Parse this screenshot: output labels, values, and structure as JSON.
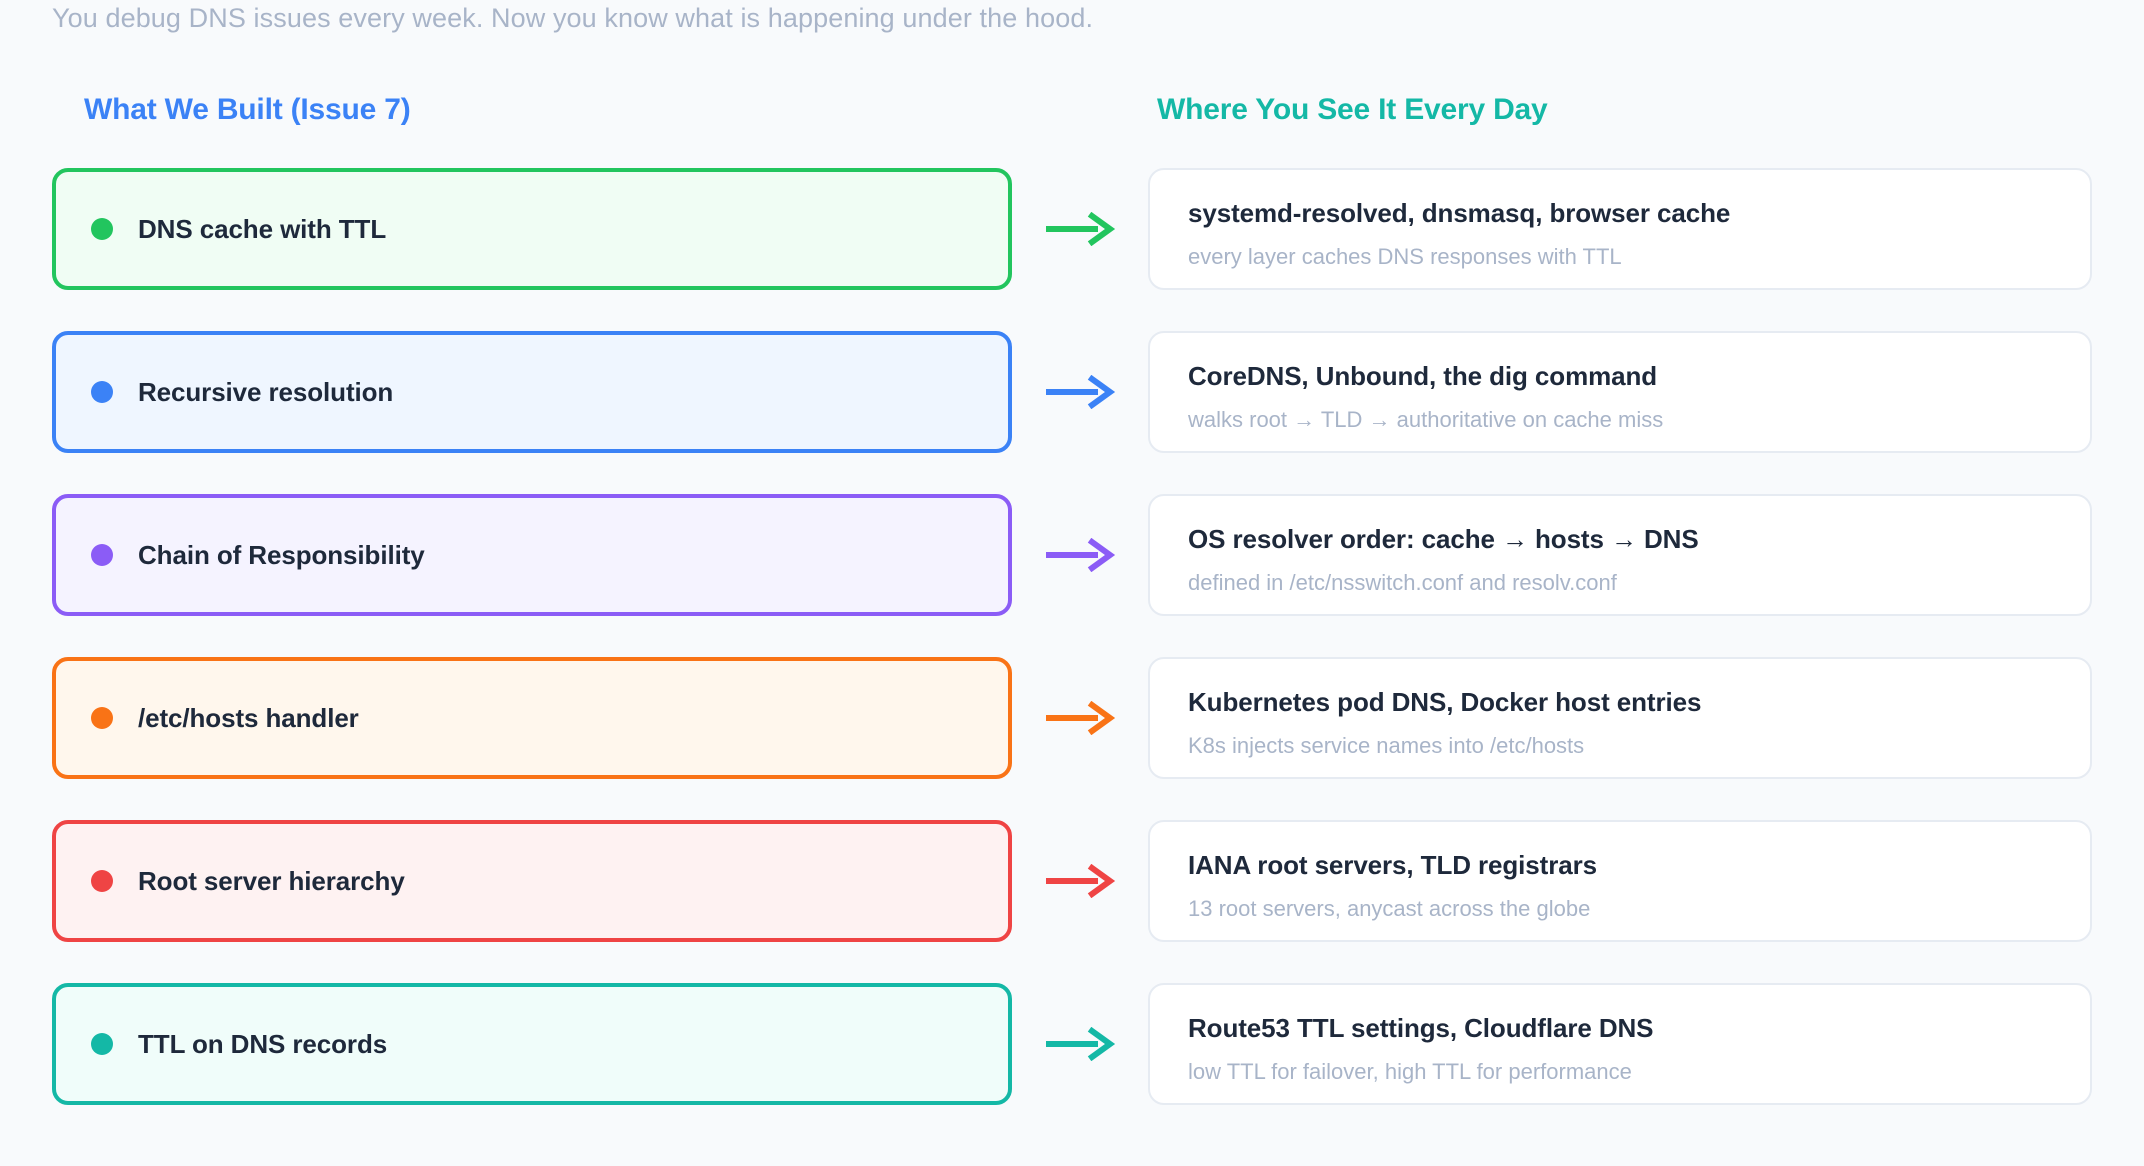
{
  "subtitle": "You debug DNS issues every week. Now you know what is happening under the hood.",
  "columns": {
    "left_heading": "What We Built (Issue 7)",
    "right_heading": "Where You See It Every Day",
    "left_heading_color": "#3b82f6",
    "right_heading_color": "#14b8a6"
  },
  "rows": [
    {
      "label": "DNS cache with TTL",
      "color": "#22c55e",
      "fill": "#f0fdf4",
      "arrow_icon": "arrow-right-icon",
      "card_title": "systemd-resolved, dnsmasq, browser cache",
      "card_sub": "every layer caches DNS responses with TTL"
    },
    {
      "label": "Recursive resolution",
      "color": "#3b82f6",
      "fill": "#eff6ff",
      "arrow_icon": "arrow-right-icon",
      "card_title": "CoreDNS, Unbound, the dig command",
      "card_sub": "walks root → TLD → authoritative on cache miss"
    },
    {
      "label": "Chain of Responsibility",
      "color": "#8b5cf6",
      "fill": "#f5f3ff",
      "arrow_icon": "arrow-right-icon",
      "card_title": "OS resolver order: cache → hosts → DNS",
      "card_sub": "defined in /etc/nsswitch.conf and resolv.conf"
    },
    {
      "label": "/etc/hosts handler",
      "color": "#f97316",
      "fill": "#fff7ed",
      "arrow_icon": "arrow-right-icon",
      "card_title": "Kubernetes pod DNS, Docker host entries",
      "card_sub": "K8s injects service names into /etc/hosts"
    },
    {
      "label": "Root server hierarchy",
      "color": "#ef4444",
      "fill": "#fef2f2",
      "arrow_icon": "arrow-right-icon",
      "card_title": "IANA root servers, TLD registrars",
      "card_sub": "13 root servers, anycast across the globe"
    },
    {
      "label": "TTL on DNS records",
      "color": "#14b8a6",
      "fill": "#f0fdfa",
      "arrow_icon": "arrow-right-icon",
      "card_title": "Route53 TTL settings, Cloudflare DNS",
      "card_sub": "low TTL for failover, high TTL for performance"
    }
  ]
}
